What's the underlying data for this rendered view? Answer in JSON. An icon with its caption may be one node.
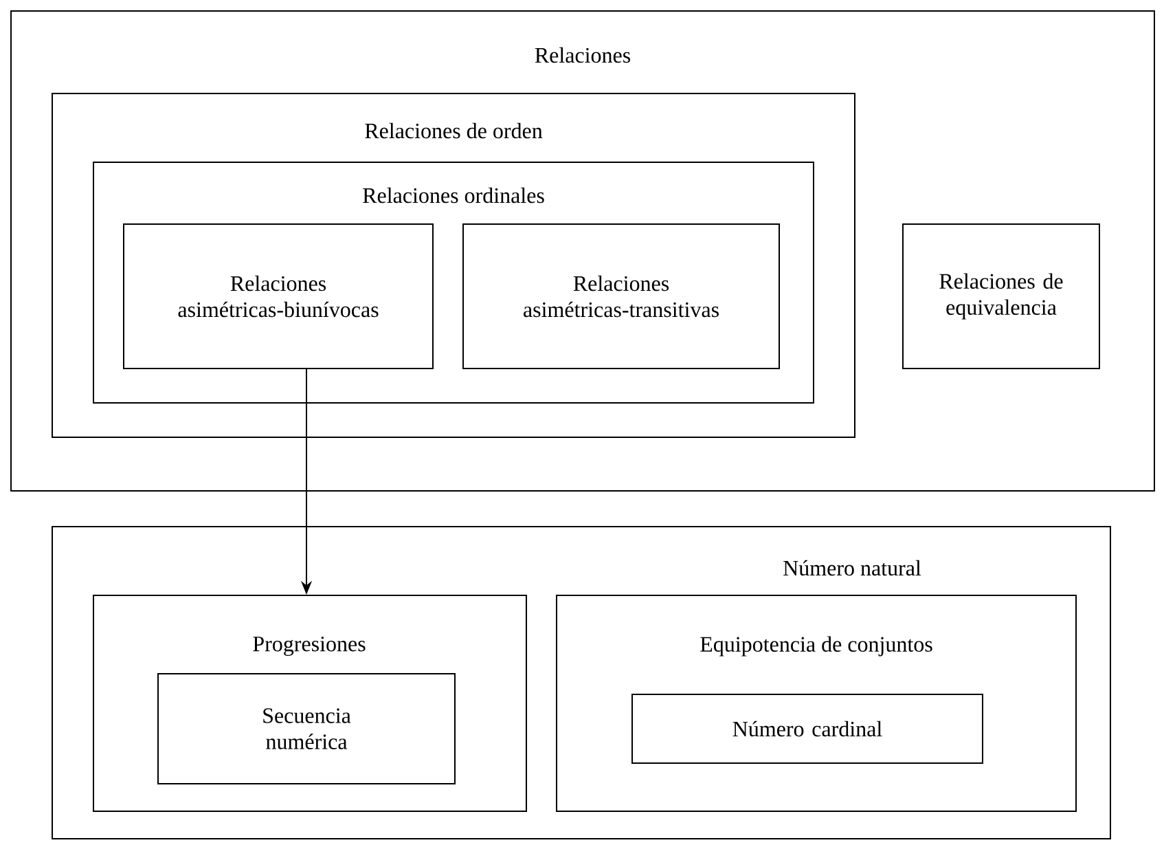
{
  "diagram": {
    "nodes": [
      {
        "text": [
          "Relaciones"
        ]
      },
      {
        "text": [
          "Relaciones de orden"
        ],
        "in": 0
      },
      {
        "text": [
          "Relaciones ordinales"
        ],
        "in": 1
      },
      {
        "text": [
          "Relaciones asimétricas-biunívocas"
        ],
        "in": 2
      },
      {
        "text": [
          "Relaciones asimétricas-transitivas"
        ],
        "in": 2
      },
      {
        "text": [
          "Relaciones de equivalencia"
        ],
        "in": 0
      },
      {
        "text": [
          "Número natural"
        ]
      },
      {
        "text": [
          "Progresiones"
        ],
        "in": 6
      },
      {
        "text": [
          "Secuencia numérica"
        ],
        "in": 7
      },
      {
        "text": [
          "Equipotencia de conjuntos"
        ],
        "in": 6
      },
      {
        "text": [
          "Número cardinal"
        ],
        "in": 9
      }
    ],
    "edges": [
      {
        "from": 3,
        "to": 7,
        "arrow": "to"
      }
    ]
  }
}
